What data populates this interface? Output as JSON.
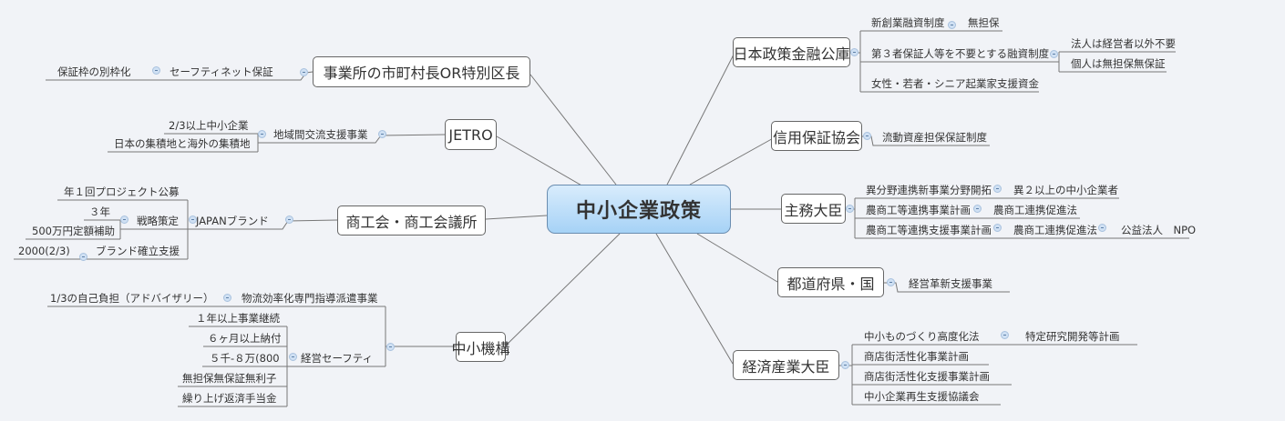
{
  "central_topic": "中小企業政策",
  "branches": [
    {
      "title": "事業所の市町村長OR特別区長",
      "children": [
        {
          "label": "セーフティネット保証",
          "children": [
            {
              "label": "保証枠の別枠化"
            }
          ]
        }
      ]
    },
    {
      "title": "JETRO",
      "children": [
        {
          "label": "地域間交流支援事業",
          "children": [
            {
              "label": "2/3以上中小企業"
            },
            {
              "label": "日本の集積地と海外の集積地"
            }
          ]
        }
      ]
    },
    {
      "title": "商工会・商工会議所",
      "children": [
        {
          "label": "JAPANブランド",
          "children": [
            {
              "label": "年１回プロジェクト公募"
            },
            {
              "label": "戦略策定",
              "children": [
                {
                  "label": "３年"
                },
                {
                  "label": "500万円定額補助"
                }
              ]
            },
            {
              "label": "ブランド確立支援",
              "children": [
                {
                  "label": "2000(2/3)"
                }
              ]
            }
          ]
        }
      ]
    },
    {
      "title": "中小機構",
      "children": [
        {
          "label": "物流効率化専門指導派遣事業",
          "children": [
            {
              "label": "1/3の自己負担（アドバイザリー）"
            }
          ]
        },
        {
          "label": "経営セーフティ",
          "children": [
            {
              "label": "１年以上事業継続"
            },
            {
              "label": "６ヶ月以上納付"
            },
            {
              "label": "５千-８万(800"
            },
            {
              "label": "無担保無保証無利子"
            },
            {
              "label": "繰り上げ返済手当金"
            }
          ]
        }
      ]
    },
    {
      "title": "日本政策金融公庫",
      "children": [
        {
          "label": "新創業融資制度",
          "children": [
            {
              "label": "無担保"
            }
          ]
        },
        {
          "label": "第３者保証人等を不要とする融資制度",
          "children": [
            {
              "label": "法人は経営者以外不要"
            },
            {
              "label": "個人は無担保無保証"
            }
          ]
        },
        {
          "label": "女性・若者・シニア起業家支援資金"
        }
      ]
    },
    {
      "title": "信用保証協会",
      "children": [
        {
          "label": "流動資産担保保証制度"
        }
      ]
    },
    {
      "title": "主務大臣",
      "children": [
        {
          "label": "異分野連携新事業分野開拓",
          "children": [
            {
              "label": "異２以上の中小企業者"
            }
          ]
        },
        {
          "label": "農商工等連携事業計画",
          "children": [
            {
              "label": "農商工連携促進法"
            }
          ]
        },
        {
          "label": "農商工等連携支援事業計画",
          "children": [
            {
              "label": "農商工連携促進法",
              "children": [
                {
                  "label": "公益法人　NPO"
                }
              ]
            }
          ]
        }
      ]
    },
    {
      "title": "都道府県・国",
      "children": [
        {
          "label": "経営革新支援事業"
        }
      ]
    },
    {
      "title": "経済産業大臣",
      "children": [
        {
          "label": "中小ものづくり高度化法",
          "children": [
            {
              "label": "特定研究開発等計画"
            }
          ]
        },
        {
          "label": "商店街活性化事業計画"
        },
        {
          "label": "商店街活性化支援事業計画"
        },
        {
          "label": "中小企業再生支援協議会"
        }
      ]
    }
  ]
}
